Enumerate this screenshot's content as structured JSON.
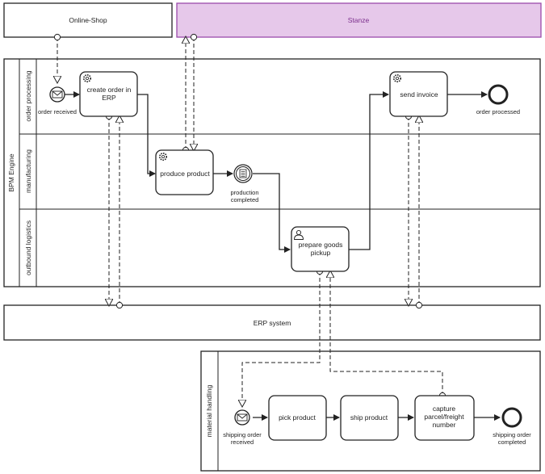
{
  "pools": {
    "online_shop": "Online-Shop",
    "stanze": "Stanze",
    "bpm_engine": "BPM Engine",
    "erp_system": "ERP system"
  },
  "lanes": {
    "order_processing": "order processing",
    "manufacturing": "manufacturing",
    "outbound_logistics": "outbound logistics",
    "material_handling": "material handling"
  },
  "tasks": {
    "create_order_l1": "create order in",
    "create_order_l2": "ERP",
    "produce_product": "produce product",
    "prepare_goods_l1": "prepare goods",
    "prepare_goods_l2": "pickup",
    "send_invoice": "send invoice",
    "pick_product": "pick product",
    "ship_product": "ship product",
    "capture_l1": "capture",
    "capture_l2": "parcel/freight",
    "capture_l3": "number"
  },
  "events": {
    "order_received": "order received",
    "production_completed_l1": "production",
    "production_completed_l2": "completed",
    "order_processed": "order processed",
    "shipping_order_received_l1": "shipping order",
    "shipping_order_received_l2": "received",
    "shipping_order_completed_l1": "shipping order",
    "shipping_order_completed_l2": "completed"
  },
  "colors": {
    "stanze_fill": "#e6c8ea",
    "stanze_stroke": "#9b4bab",
    "stanze_text": "#7b2f8c",
    "stroke": "#222222"
  }
}
